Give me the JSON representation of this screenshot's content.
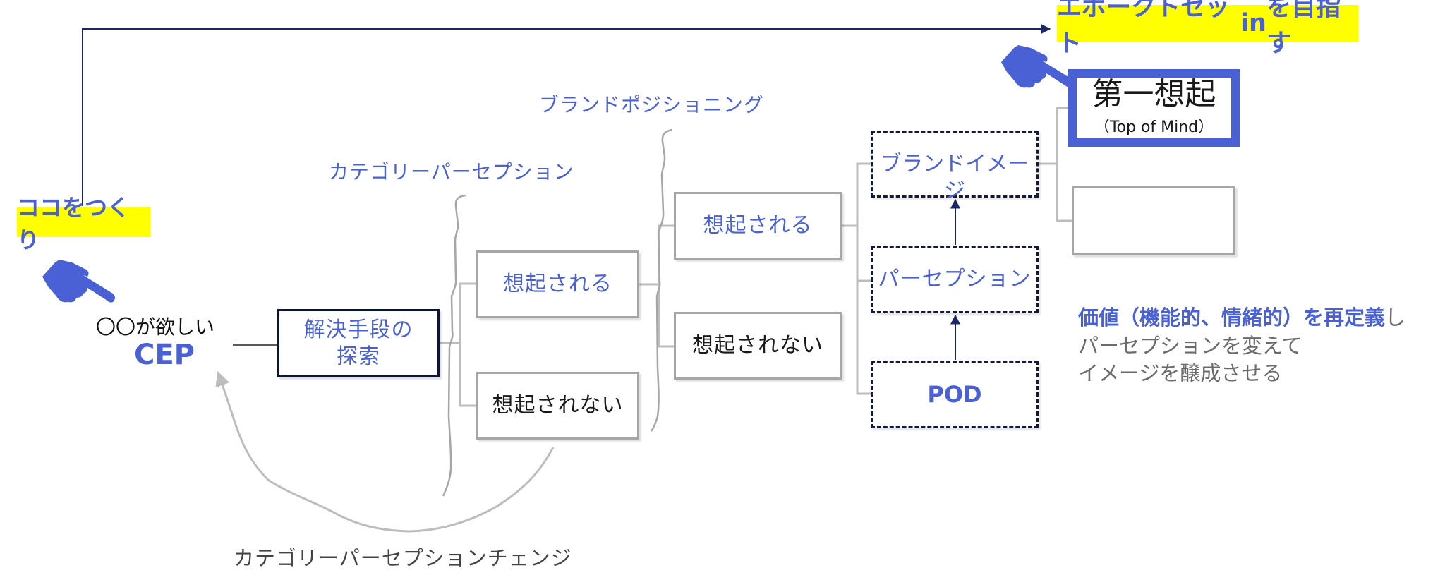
{
  "colors": {
    "accent_blue": "#4a61d6",
    "highlight_yellow": "#ffff00",
    "navy": "#1a2766",
    "connector_gray": "#bdbdbd",
    "text_gray": "#6b6b6b"
  },
  "callouts": {
    "start": "ココをつくり",
    "goal_prefix": "エボークトセット",
    "goal_in": "in",
    "goal_suffix": "を目指す"
  },
  "icons": {
    "hand_left": "pointing-hand-icon",
    "hand_right": "pointing-hand-icon"
  },
  "origin": {
    "want": "〇〇が欲しい",
    "cep": "CEP"
  },
  "stages": {
    "category_perception": "カテゴリーパーセプション",
    "brand_positioning": "ブランドポジショニング",
    "category_perception_change": "カテゴリーパーセプションチェンジ"
  },
  "nodes": {
    "search": {
      "line1": "解決手段の",
      "line2": "探索"
    },
    "level2_recalled": "想起される",
    "level2_not_recalled": "想起されない",
    "level3_recalled": "想起される",
    "level3_not_recalled": "想起されない",
    "brand_image": "ブランドイメージ",
    "perception": "パーセプション",
    "pod": "POD",
    "top_of_mind_title": "第一想起",
    "top_of_mind_sub": "（Top of Mind）",
    "empty_node": ""
  },
  "note": {
    "line1_em": "価値（機能的、情緒的）を再定義",
    "line1_tail": "し",
    "line2": "パーセプションを変えて",
    "line3": "イメージを醸成させる"
  }
}
